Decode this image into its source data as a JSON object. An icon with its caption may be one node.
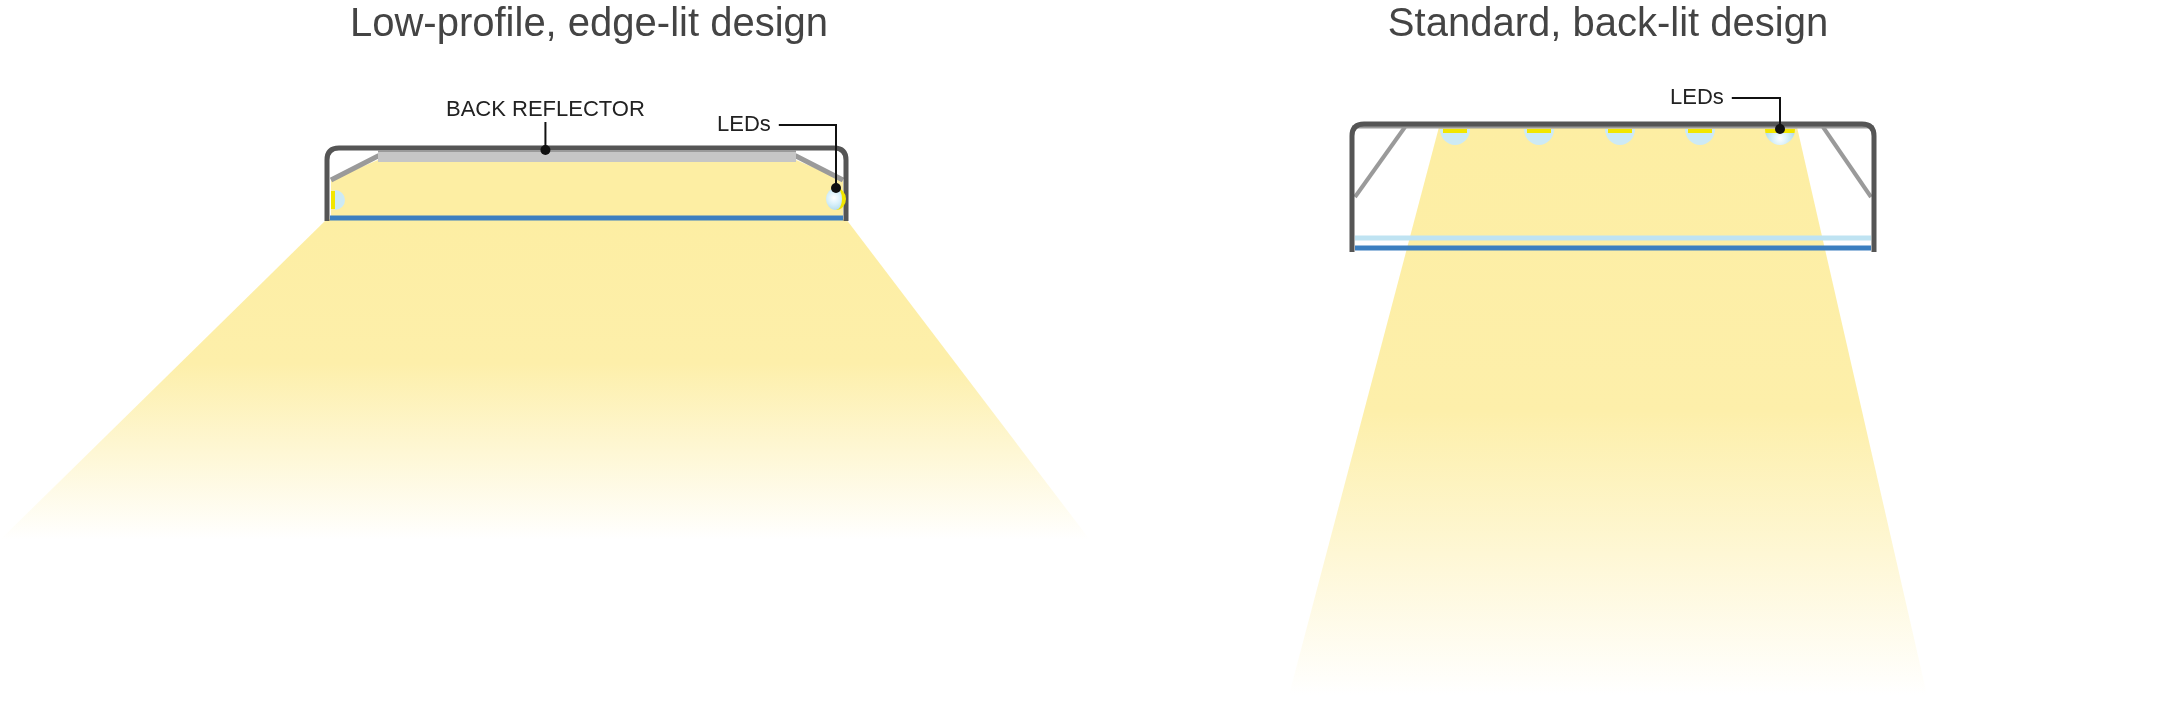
{
  "diagram": {
    "nodes": [
      {
        "text": [
          "BACK REFLECTOR"
        ]
      },
      {
        "text": [],
        "shape": "bar"
      },
      {
        "text": [
          "LEDs"
        ]
      },
      {
        "text": [],
        "shape": "circle"
      },
      {
        "text": [
          "LEDs"
        ]
      },
      {
        "text": [],
        "shape": "circle"
      }
    ],
    "edges": [
      {
        "from": 0,
        "to": 1,
        "arrow": "other"
      },
      {
        "from": 2,
        "to": 3,
        "arrow": "other"
      },
      {
        "from": 4,
        "to": 5,
        "arrow": "other"
      }
    ],
    "labels": [
      "Low-profile, edge-lit design",
      "Standard, back-lit design"
    ]
  }
}
